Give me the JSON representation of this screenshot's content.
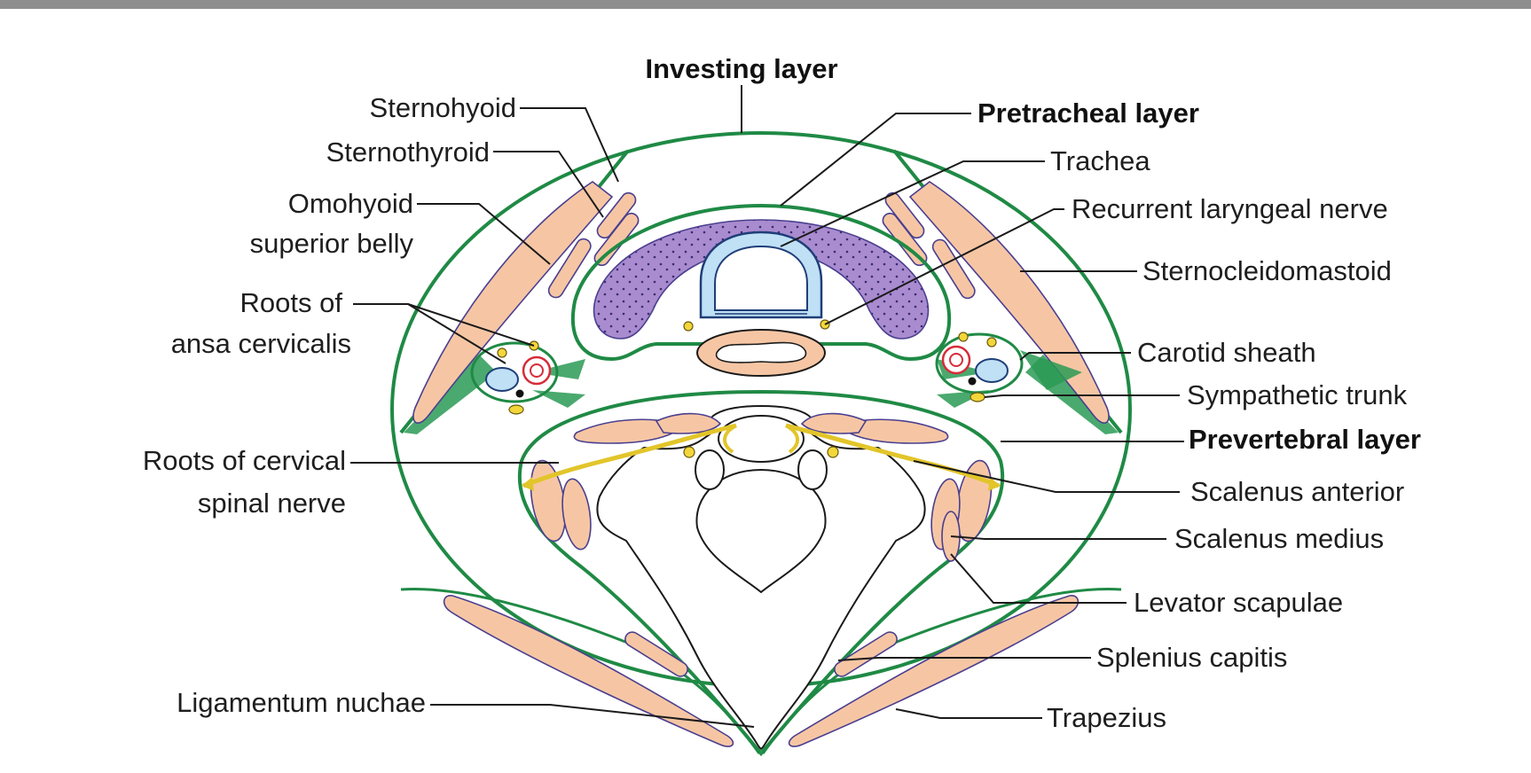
{
  "labels": {
    "investing_layer": "Investing layer",
    "pretracheal_layer": "Pretracheal layer",
    "prevertebral_layer": "Prevertebral layer",
    "sternohyoid": "Sternohyoid",
    "sternothyroid": "Sternothyroid",
    "omohyoid_line1": "Omohyoid",
    "omohyoid_line2": "superior belly",
    "ansa_line1": "Roots of",
    "ansa_line2": "ansa cervicalis",
    "cervical_line1": "Roots of cervical",
    "cervical_line2": "spinal nerve",
    "ligamentum_nuchae": "Ligamentum nuchae",
    "trachea": "Trachea",
    "recurrent_laryngeal_nerve": "Recurrent laryngeal nerve",
    "sternocleidomastoid": "Sternocleidomastoid",
    "carotid_sheath": "Carotid sheath",
    "sympathetic_trunk": "Sympathetic trunk",
    "scalenus_anterior": "Scalenus anterior",
    "scalenus_medius": "Scalenus medius",
    "levator_scapulae": "Levator scapulae",
    "splenius_capitis": "Splenius capitis",
    "trapezius": "Trapezius"
  },
  "colors": {
    "fascia": "#1f8a45",
    "muscle": "#f6c6a4",
    "thyroid": "#a98bcf",
    "trachea": "#bfe0f5",
    "nerve": "#f2d63a",
    "artery": "#d62c3a",
    "vein": "#bfe0f5",
    "top_bar": "#8e8e8e"
  }
}
